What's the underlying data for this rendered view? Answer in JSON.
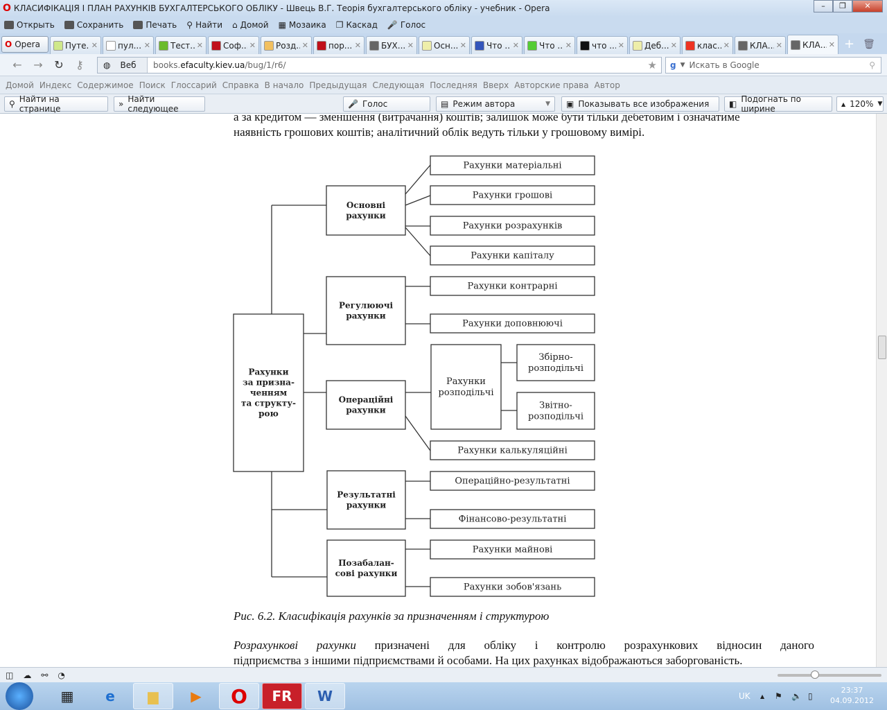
{
  "window": {
    "title": "КЛАСИФІКАЦІЯ І ПЛАН РАХУНКІВ БУХГАЛТЕРСЬКОГО ОБЛІКУ - Швець В.Г. Теорія бухгалтерського обліку - учебник - Opera"
  },
  "menu": [
    "Открыть",
    "Сохранить",
    "Печать",
    "Найти",
    "Домой",
    "Мозаика",
    "Каскад",
    "Голос"
  ],
  "opera_button": "Opera",
  "tabs": [
    {
      "label": "Путе...",
      "color": "#cfe88a"
    },
    {
      "label": "пул...",
      "color": "#ffffff"
    },
    {
      "label": "Тест...",
      "color": "#6bbb2a"
    },
    {
      "label": "Соф...",
      "color": "#c0101a"
    },
    {
      "label": "Розд...",
      "color": "#f2c060"
    },
    {
      "label": "пор...",
      "color": "#c0101a"
    },
    {
      "label": "БУХ...",
      "color": "#666666"
    },
    {
      "label": "Осн...",
      "color": "#eeeeaa"
    },
    {
      "label": "Что ...",
      "color": "#3355bb"
    },
    {
      "label": "Что ...",
      "color": "#55cc33"
    },
    {
      "label": "что ...",
      "color": "#111111"
    },
    {
      "label": "Деб...",
      "color": "#eeeeaa"
    },
    {
      "label": "клас...",
      "color": "#ee3322"
    },
    {
      "label": "КЛА...",
      "color": "#666666"
    },
    {
      "label": "КЛА...",
      "color": "#666666"
    }
  ],
  "address": {
    "mode": "Веб",
    "url_prefix": "books.",
    "url_domain": "efaculty.kiev.ua",
    "url_path": "/bug/1/r6/"
  },
  "search": {
    "placeholder": "Искать в Google"
  },
  "navbar": [
    "Домой",
    "Индекс",
    "Содержимое",
    "Поиск",
    "Глоссарий",
    "Справка",
    "В начало",
    "Предыдущая",
    "Следующая",
    "Последняя",
    "Вверх",
    "Авторские права",
    "Автор"
  ],
  "findbar": {
    "find_placeholder": "Найти на странице",
    "find_next": "Найти следующее",
    "voice": "Голос",
    "author_mode": "Режим автора",
    "show_images": "Показывать все изображения",
    "fit_width": "Подогнать по ширине",
    "zoom": "120%"
  },
  "content": {
    "para_top_1": "а за кредитом — зменшення (витрачання) коштів; залишок може бути тільки дебетовим і означатиме",
    "para_top_2": "наявність грошових коштів; аналітичний облік ведуть тільки у грошовому вимірі.",
    "caption": "Рис. 6.2. Класифікація рахунків за призначенням і структурою",
    "para_bottom_em": "Розрахункові рахунки",
    "para_bottom_1": " призначені для обліку і контролю розрахункових відносин даного",
    "para_bottom_2": "підприємства з іншими підприємствами й особами. На цих рахунках відображаються заборгованість."
  },
  "diagram": {
    "root": [
      "Рахунки",
      "за призна-",
      "ченням",
      "та структу-",
      "рою"
    ],
    "groups": {
      "main": [
        "Основні",
        "рахунки"
      ],
      "regulating": [
        "Регулюючі",
        "рахунки"
      ],
      "operational": [
        "Операційні",
        "рахунки"
      ],
      "result": [
        "Результатні",
        "рахунки"
      ],
      "offbalance": [
        "Позабалан-",
        "сові рахунки"
      ]
    },
    "leaves": {
      "material": "Рахунки матеріальні",
      "money": "Рахунки грошові",
      "settlement": "Рахунки розрахунків",
      "capital": "Рахунки капіталу",
      "contra": "Рахунки контрарні",
      "supplementary": "Рахунки доповнюючі",
      "distributive": [
        "Рахунки",
        "розподільчі"
      ],
      "collective": [
        "Збірно-",
        "розподільчі"
      ],
      "reporting": [
        "Звітно-",
        "розподільчі"
      ],
      "costing": "Рахунки калькуляційні",
      "op_result": "Операційно-результатні",
      "fin_result": "Фінансово-результатні",
      "property": "Рахунки майнові",
      "liabilities": "Рахунки зобов'язань"
    }
  },
  "tray": {
    "lang": "UK",
    "time": "23:37",
    "date": "04.09.2012"
  }
}
